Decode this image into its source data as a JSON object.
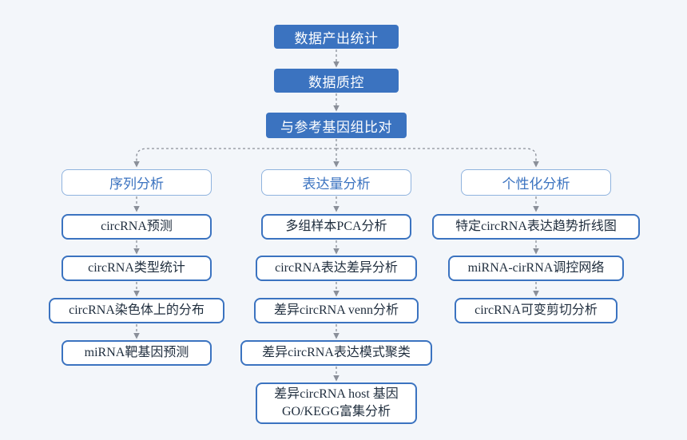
{
  "colors": {
    "primary": "#3b73c0",
    "category_border": "#8fb3de",
    "connector": "#8a8f99",
    "background": "#f3f6fa"
  },
  "pipeline": {
    "step1": "数据产出统计",
    "step2": "数据质控",
    "step3": "与参考基因组比对"
  },
  "columns": [
    {
      "title": "序列分析",
      "items": [
        "circRNA预测",
        "circRNA类型统计",
        "circRNA染色体上的分布",
        "miRNA靶基因预测"
      ]
    },
    {
      "title": "表达量分析",
      "items": [
        "多组样本PCA分析",
        "circRNA表达差异分析",
        "差异circRNA venn分析",
        "差异circRNA表达模式聚类",
        "差异circRNA host 基因\nGO/KEGG富集分析"
      ]
    },
    {
      "title": "个性化分析",
      "items": [
        "特定circRNA表达趋势折线图",
        "miRNA-cirRNA调控网络",
        "circRNA可变剪切分析"
      ]
    }
  ]
}
